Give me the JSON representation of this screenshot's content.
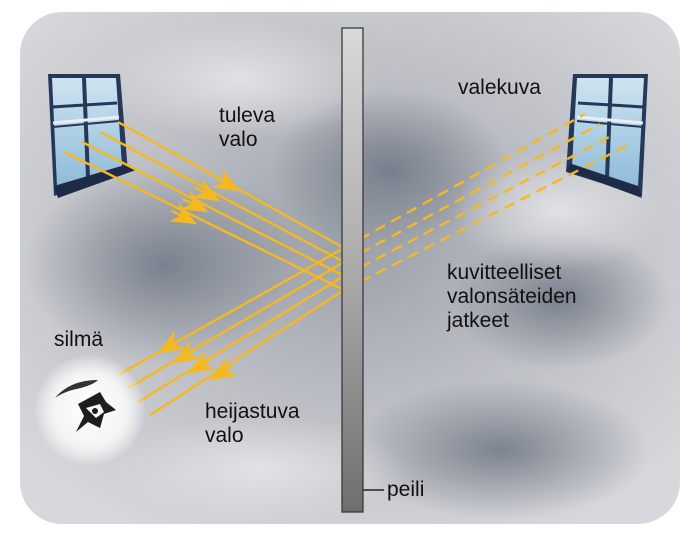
{
  "labels": {
    "incoming_light": "tuleva\nvalo",
    "virtual_image": "valekuva",
    "imaginary_extensions": "kuvitteelliset\nvalonsäteiden\njatkeet",
    "eye": "silmä",
    "reflected_light": "heijastuva\nvalo",
    "mirror": "peili"
  },
  "colors": {
    "ray": "#f5b820",
    "background_light": "#d3d5d9",
    "background_dark": "#7f8591",
    "window_sky": "#a9cde4",
    "window_frame": "#2a3a5c",
    "mirror": "#9a9a9a"
  }
}
